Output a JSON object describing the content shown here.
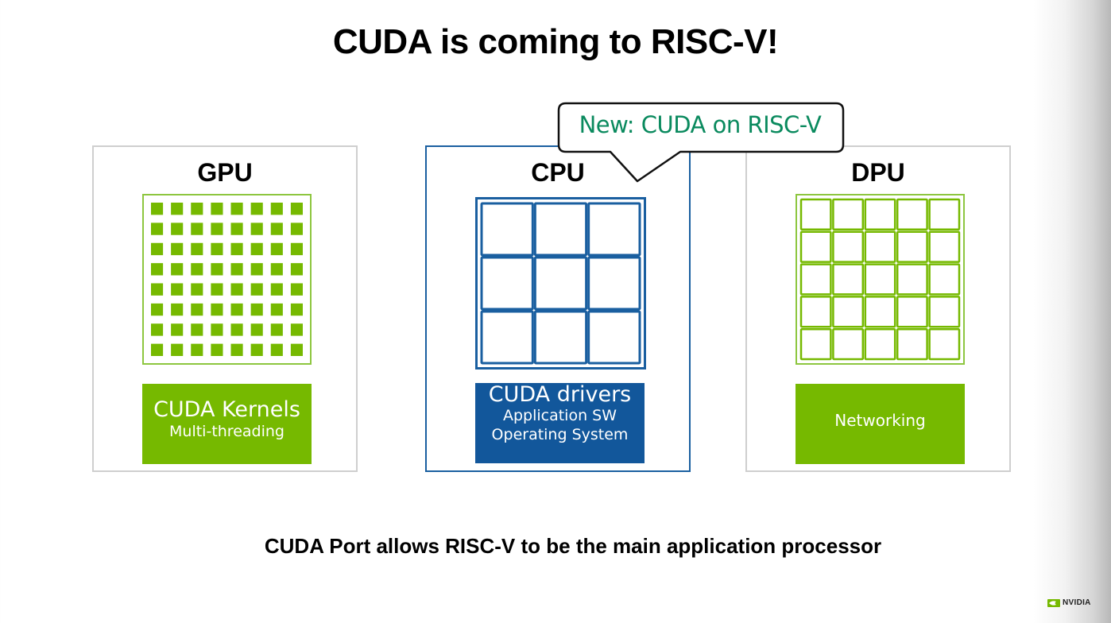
{
  "slide": {
    "title": "CUDA is coming to RISC-V!",
    "footer": "CUDA Port allows RISC-V to be the main application processor",
    "logo": {
      "icon": "nvidia-eye-icon",
      "text": "NVIDIA"
    }
  },
  "callout": {
    "text": "New: CUDA on RISC-V",
    "points_to": "CPU"
  },
  "colors": {
    "nvidia_green": "#76b900",
    "grid_green": "#8dc63f",
    "cpu_blue": "#12579b",
    "cpu_border": "#1a5fa0",
    "callout_text": "#0a8a5e",
    "panel_border": "#cfcfcf"
  },
  "panels": [
    {
      "id": "gpu",
      "label": "GPU",
      "grid": {
        "rows": 8,
        "cols": 8,
        "style": "filled-squares"
      },
      "software": {
        "main": "CUDA Kernels",
        "lines": [
          "Multi-threading"
        ]
      }
    },
    {
      "id": "cpu",
      "label": "CPU",
      "grid": {
        "rows": 3,
        "cols": 3,
        "style": "outlined-squares"
      },
      "software": {
        "main": "CUDA drivers",
        "lines": [
          "Application SW",
          "Operating System"
        ]
      }
    },
    {
      "id": "dpu",
      "label": "DPU",
      "grid": {
        "rows": 5,
        "cols": 5,
        "style": "outlined-squares"
      },
      "software": {
        "main": "",
        "lines": [
          "Networking"
        ]
      }
    }
  ]
}
